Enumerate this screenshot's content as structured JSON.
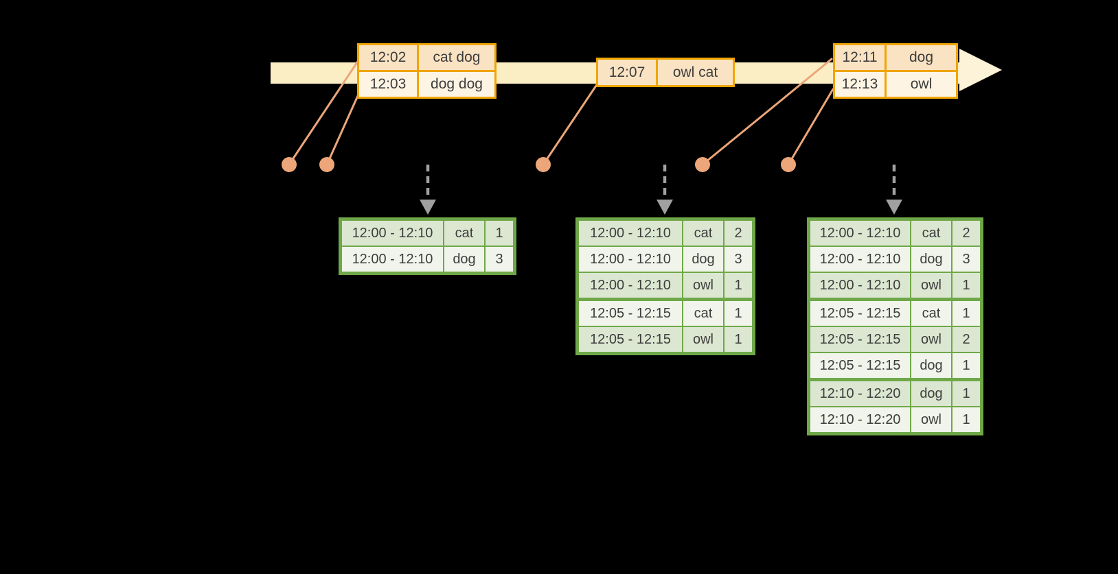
{
  "colors": {
    "background": "#000000",
    "timeline_band": "#fbeec4",
    "timeline_arrowhead": "#fcf3d8",
    "event_border": "#f0a500",
    "event_row_dark": "#fae3c3",
    "event_row_light": "#fdf4e3",
    "connector": "#eca679",
    "dashed_arrow": "#a0a0a0",
    "result_border": "#6fa848",
    "result_row_dark": "#dbe7d1",
    "result_row_light": "#f0f4ea",
    "text": "#3d3d3d"
  },
  "event_tables": {
    "batch1": {
      "rows": [
        {
          "time": "12:02",
          "words": "cat dog"
        },
        {
          "time": "12:03",
          "words": "dog dog"
        }
      ]
    },
    "batch2": {
      "rows": [
        {
          "time": "12:07",
          "words": "owl cat"
        }
      ]
    },
    "batch3": {
      "rows": [
        {
          "time": "12:11",
          "words": "dog"
        },
        {
          "time": "12:13",
          "words": "owl"
        }
      ]
    }
  },
  "result_tables": {
    "left": {
      "rows": [
        {
          "window": "12:00 - 12:10",
          "word": "cat",
          "count": "1"
        },
        {
          "window": "12:00 - 12:10",
          "word": "dog",
          "count": "3"
        }
      ]
    },
    "middle": {
      "rows": [
        {
          "window": "12:00 - 12:10",
          "word": "cat",
          "count": "2"
        },
        {
          "window": "12:00 - 12:10",
          "word": "dog",
          "count": "3"
        },
        {
          "window": "12:00 - 12:10",
          "word": "owl",
          "count": "1"
        },
        {
          "window": "12:05 - 12:15",
          "word": "cat",
          "count": "1"
        },
        {
          "window": "12:05 - 12:15",
          "word": "owl",
          "count": "1"
        }
      ]
    },
    "right": {
      "rows": [
        {
          "window": "12:00 - 12:10",
          "word": "cat",
          "count": "2"
        },
        {
          "window": "12:00 - 12:10",
          "word": "dog",
          "count": "3"
        },
        {
          "window": "12:00 - 12:10",
          "word": "owl",
          "count": "1"
        },
        {
          "window": "12:05 - 12:15",
          "word": "cat",
          "count": "1"
        },
        {
          "window": "12:05 - 12:15",
          "word": "owl",
          "count": "2"
        },
        {
          "window": "12:05 - 12:15",
          "word": "dog",
          "count": "1"
        },
        {
          "window": "12:10 - 12:20",
          "word": "dog",
          "count": "1"
        },
        {
          "window": "12:10 - 12:20",
          "word": "owl",
          "count": "1"
        }
      ]
    }
  }
}
